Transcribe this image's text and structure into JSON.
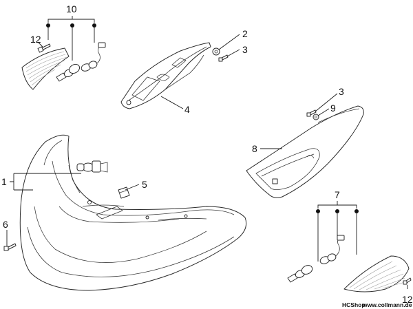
{
  "callouts": {
    "c1": "1",
    "c2": "2",
    "c3a": "3",
    "c3b": "3",
    "c4": "4",
    "c5": "5",
    "c6": "6",
    "c7": "7",
    "c8": "8",
    "c9": "9",
    "c10": "10",
    "c12a": "12",
    "c12b": "12"
  },
  "watermark": {
    "brand": "HCShop",
    "url": "www.collmann.de"
  },
  "colors": {
    "line": "#2b2b2b",
    "lens_hatch": "#9a9a9a"
  }
}
